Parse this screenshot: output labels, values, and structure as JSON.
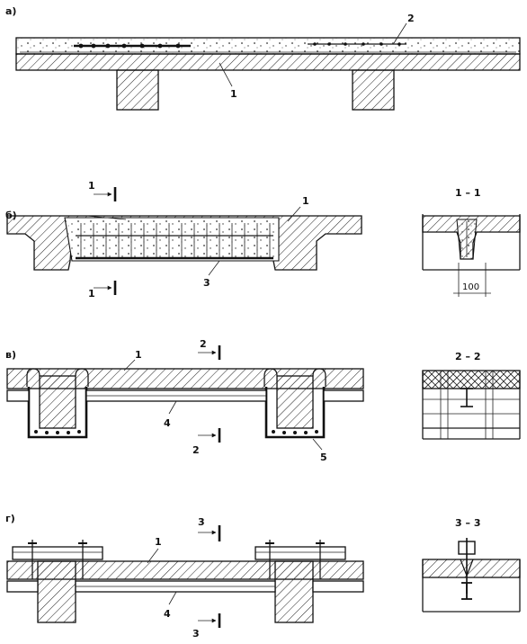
{
  "figure": {
    "panel_a": {
      "tag": "а)",
      "callouts": [
        "1",
        "2"
      ]
    },
    "panel_b": {
      "tag": "б)",
      "callouts": [
        "1",
        "3"
      ],
      "cut": {
        "top": "1",
        "bottom": "1"
      },
      "section": {
        "title": "1 – 1",
        "dimension": "100"
      }
    },
    "panel_v": {
      "tag": "в)",
      "callouts": [
        "1",
        "4",
        "5"
      ],
      "cut": {
        "top": "2",
        "bottom": "2"
      },
      "section": {
        "title": "2 – 2"
      }
    },
    "panel_g": {
      "tag": "г)",
      "callouts": [
        "1",
        "4"
      ],
      "cut": {
        "top": "3",
        "bottom": "3"
      },
      "section": {
        "title": "3 – 3"
      }
    }
  }
}
